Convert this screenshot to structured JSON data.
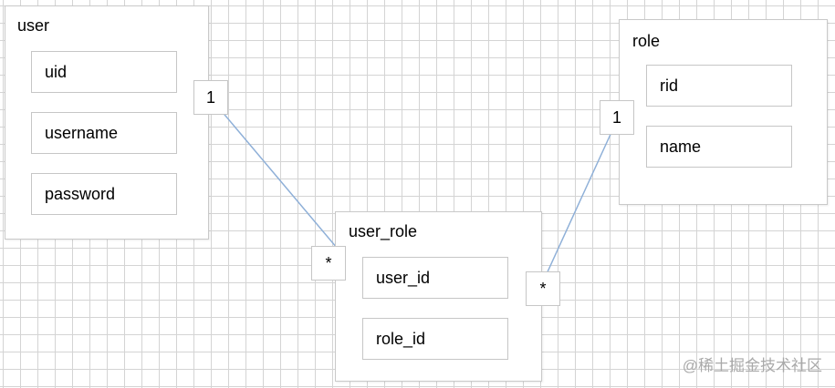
{
  "entities": {
    "user": {
      "title": "user",
      "fields": [
        "uid",
        "username",
        "password"
      ]
    },
    "role": {
      "title": "role",
      "fields": [
        "rid",
        "name"
      ]
    },
    "user_role": {
      "title": "user_role",
      "fields": [
        "user_id",
        "role_id"
      ]
    }
  },
  "relations": [
    {
      "from": "user.uid",
      "to": "user_role.user_id",
      "from_cardinality": "1",
      "to_cardinality": "*"
    },
    {
      "from": "role.rid",
      "to": "user_role.role_id",
      "from_cardinality": "1",
      "to_cardinality": "*"
    }
  ],
  "colors": {
    "connector": "#8fb0d8",
    "grid": "#d4d4d4",
    "border": "#c6c6c6"
  },
  "watermark": "@稀土掘金技术社区"
}
